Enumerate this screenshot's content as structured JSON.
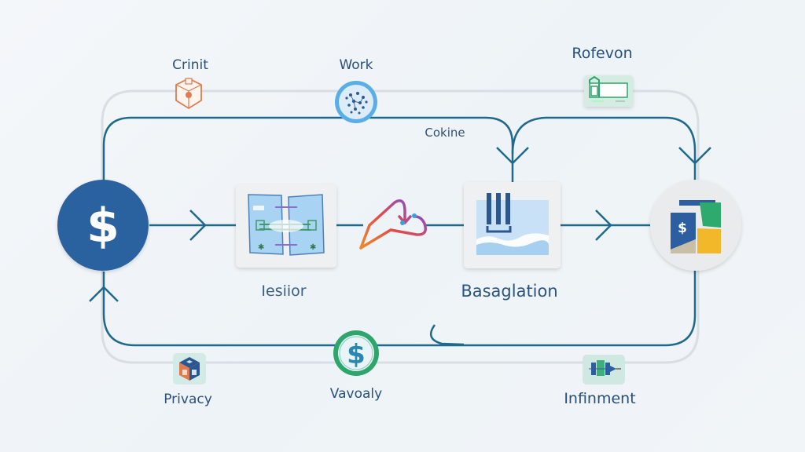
{
  "diagram": {
    "type": "cyclic process flow",
    "colors": {
      "flow_line": "#1f6a8c",
      "outer_line": "#d6dde3",
      "start_node": "#2b62a0",
      "accent_green": "#2ca66a",
      "accent_orange": "#e07a4f",
      "accent_blue": "#5aaee8",
      "label_text": "#2a4f78"
    },
    "nodes": {
      "start": {
        "label": "",
        "icon": "dollar-sign-icon"
      },
      "step1": {
        "label": "Iesiior",
        "icon": "split-document-map-icon"
      },
      "connector": {
        "label": "",
        "icon": "curved-path-arrow-icon"
      },
      "step2": {
        "label": "Basaglation",
        "icon": "filter-columns-water-icon"
      },
      "end": {
        "label": "",
        "icon": "dollar-chart-blocks-icon"
      }
    },
    "top_items": [
      {
        "label": "Crinit",
        "icon": "security-cube-icon"
      },
      {
        "label": "Work",
        "icon": "network-dots-icon"
      },
      {
        "label": "Rofevon",
        "icon": "store-document-icon"
      }
    ],
    "mid_label": "Cokine",
    "bottom_items": [
      {
        "label": "Privacy",
        "icon": "isometric-cube-icon"
      },
      {
        "label": "Vavoaly",
        "icon": "dollar-coin-icon"
      },
      {
        "label": "Infinment",
        "icon": "circuit-device-icon"
      }
    ]
  }
}
